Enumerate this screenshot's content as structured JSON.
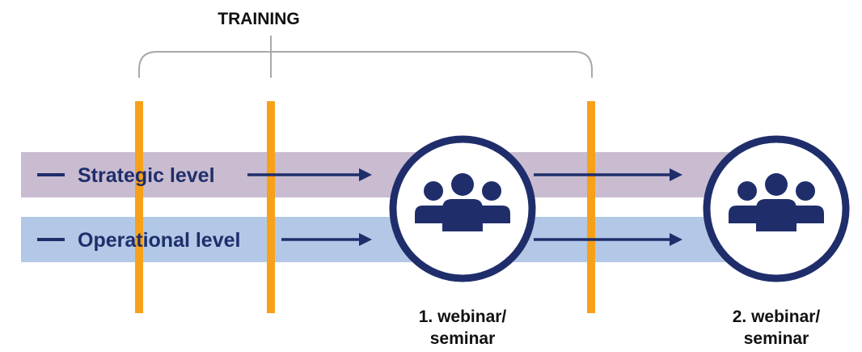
{
  "training": {
    "label": "TRAINING"
  },
  "levels": [
    {
      "label": "Strategic level",
      "band_color": "#c9bcd0"
    },
    {
      "label": "Operational level",
      "band_color": "#b2c8e6"
    }
  ],
  "meetings": [
    {
      "caption_line1": "1. webinar/",
      "caption_line2": "seminar",
      "icon": "people-group-icon"
    },
    {
      "caption_line1": "2. webinar/",
      "caption_line2": "seminar",
      "icon": "people-group-icon"
    }
  ],
  "colors": {
    "navy": "#1f2e6b",
    "orange": "#f7a11a",
    "bracket": "#a9a9a9",
    "text": "#111111"
  }
}
